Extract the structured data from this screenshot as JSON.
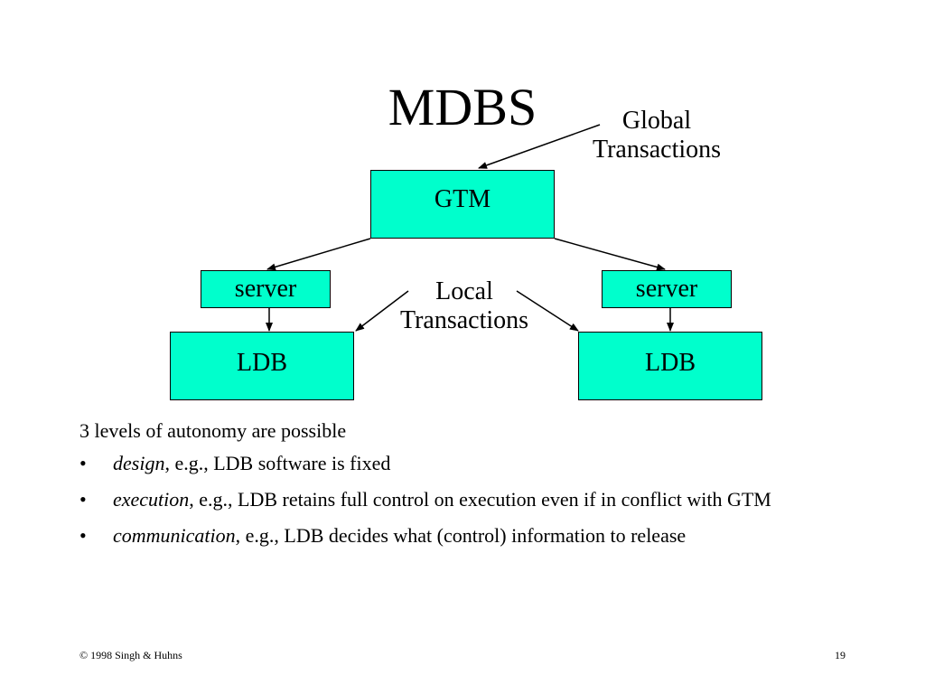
{
  "slide": {
    "title": "MDBS",
    "colors": {
      "box_fill": "#00FFCC",
      "line": "#000000"
    }
  },
  "diagram": {
    "gtm": {
      "label": "GTM"
    },
    "servers": [
      {
        "label": "server"
      },
      {
        "label": "server"
      }
    ],
    "ldbs": [
      {
        "label": "LDB"
      },
      {
        "label": "LDB"
      }
    ],
    "global_label": {
      "line1": "Global",
      "line2": "Transactions"
    },
    "local_label": {
      "line1": "Local",
      "line2": "Transactions"
    }
  },
  "body": {
    "intro": "3 levels of autonomy are possible",
    "bullets": [
      {
        "term": "design",
        "rest": ", e.g., LDB software is fixed"
      },
      {
        "term": "execution",
        "rest": ", e.g., LDB retains full control on execution even if in conflict with GTM"
      },
      {
        "term": "communication",
        "rest": ", e.g., LDB decides what (control) information to release"
      }
    ],
    "bullet_glyph": "•"
  },
  "footer": {
    "copyright": "© 1998 Singh & Huhns",
    "page_number": "19"
  }
}
